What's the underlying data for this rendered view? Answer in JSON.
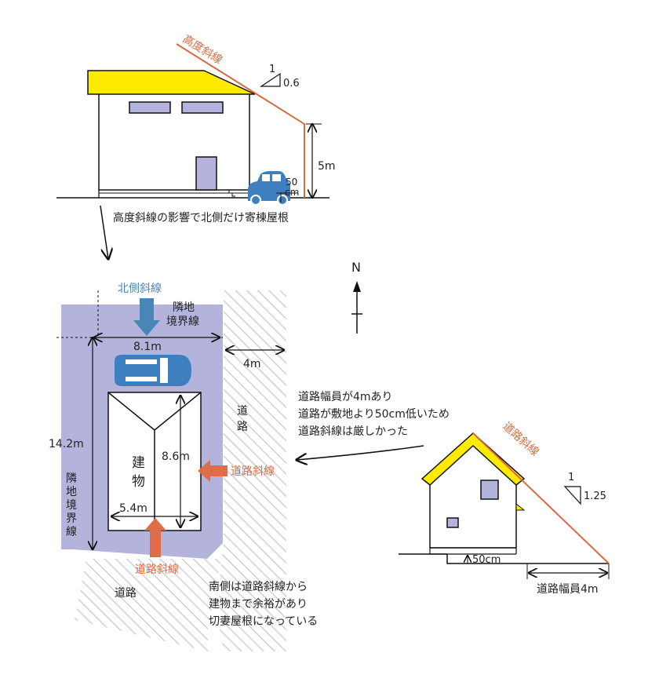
{
  "colors": {
    "roof_yellow": "#ffea00",
    "window_purple": "#b3b3dc",
    "lot_purple": "#b3b3dc",
    "orange_line": "#d9693f",
    "car_blue": "#3d7fbf",
    "arrow_blue": "#4a86b5",
    "road_hatch": "#d8d8d8"
  },
  "top_elevation": {
    "height_line_label": "高度斜線",
    "slope_numerator": "1",
    "slope_denominator": "0.6",
    "height_dim": "5m",
    "step_num": "50",
    "step_unit": "cm",
    "caption": "高度斜線の影響で北側だけ寄棟屋根"
  },
  "north": {
    "label": "N"
  },
  "plan": {
    "north_setback_label": "北側斜線",
    "neighbor_top_1": "隣地",
    "neighbor_top_2": "境界線",
    "width_dim": "8.1m",
    "road_width_dim": "4m",
    "lot_depth_dim": "14.2m",
    "building_depth_dim": "8.6m",
    "building_width_dim": "5.4m",
    "building_label": "建物",
    "road_east_label": "道路",
    "east_road_setback_label": "道路斜線",
    "south_road_setback_label": "道路斜線",
    "neighbor_left": "隣地境界線",
    "road_south_label": "道路"
  },
  "notes": {
    "road_note": [
      "道路幅員が4mあり",
      "道路が敷地より50cm低いため",
      "道路斜線は厳しかった"
    ],
    "south_note": [
      "南側は道路斜線から",
      "建物まで余裕があり",
      "切妻屋根になっている"
    ]
  },
  "side_elevation": {
    "road_line_label": "道路斜線",
    "slope_numerator": "1",
    "slope_denominator": "1.25",
    "step_dim": "50cm",
    "road_width_label": "道路幅員4m"
  }
}
